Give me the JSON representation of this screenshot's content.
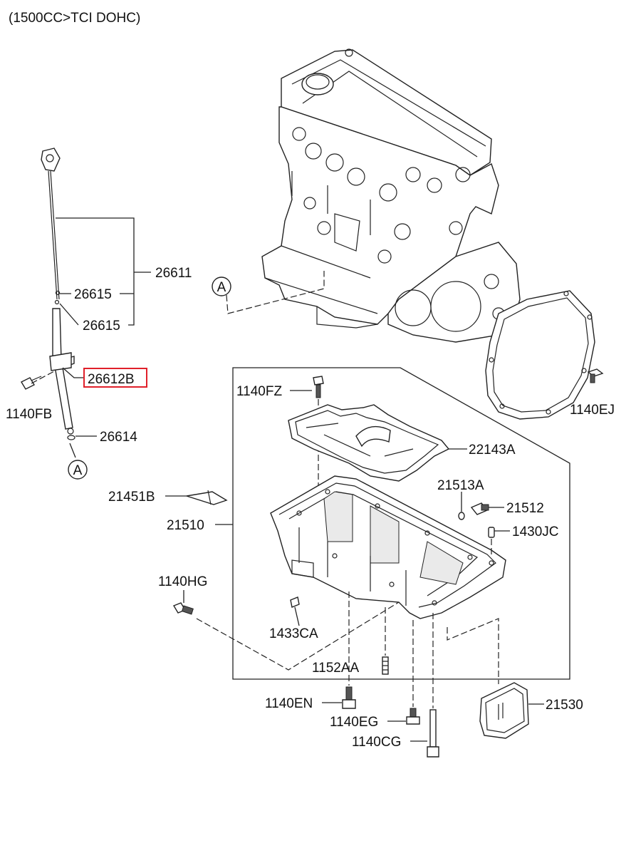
{
  "title": "(1500CC>TCI DOHC)",
  "highlight_color": "#e0202a",
  "reference_marker": "A",
  "parts": [
    {
      "id": "p26611",
      "label": "26611"
    },
    {
      "id": "p26615a",
      "label": "26615"
    },
    {
      "id": "p26615b",
      "label": "26615"
    },
    {
      "id": "p26612B",
      "label": "26612B",
      "highlighted": true
    },
    {
      "id": "p1140FB",
      "label": "1140FB"
    },
    {
      "id": "p26614",
      "label": "26614"
    },
    {
      "id": "p21451B",
      "label": "21451B"
    },
    {
      "id": "p21510",
      "label": "21510"
    },
    {
      "id": "p1140FZ",
      "label": "1140FZ"
    },
    {
      "id": "p22143A",
      "label": "22143A"
    },
    {
      "id": "p21513A",
      "label": "21513A"
    },
    {
      "id": "p21512",
      "label": "21512"
    },
    {
      "id": "p1430JC",
      "label": "1430JC"
    },
    {
      "id": "p1140HG",
      "label": "1140HG"
    },
    {
      "id": "p1433CA",
      "label": "1433CA"
    },
    {
      "id": "p1152AA",
      "label": "1152AA"
    },
    {
      "id": "p1140EN",
      "label": "1140EN"
    },
    {
      "id": "p1140EG",
      "label": "1140EG"
    },
    {
      "id": "p1140CG",
      "label": "1140CG"
    },
    {
      "id": "p21530",
      "label": "21530"
    },
    {
      "id": "p1140EJ",
      "label": "1140EJ"
    }
  ]
}
